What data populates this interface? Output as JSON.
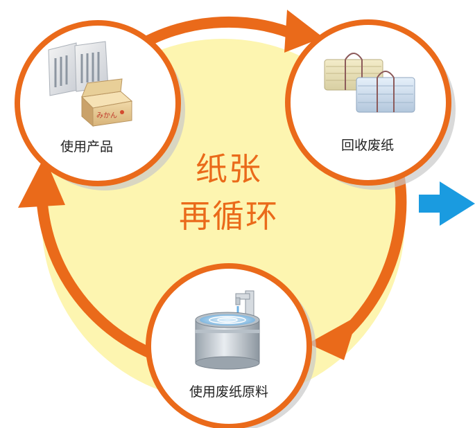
{
  "diagram": {
    "center_title": {
      "line1": "纸张",
      "line2": "再循环"
    },
    "nodes": [
      {
        "label": "使用产品",
        "icon": "newspaper-and-cardboard-box-icon",
        "box_text": "みかん"
      },
      {
        "label": "回收废纸",
        "icon": "tied-paper-bundles-icon"
      },
      {
        "label": "使用废纸原料",
        "icon": "pulp-vat-with-faucet-icon"
      }
    ],
    "next_arrow": {
      "icon": "right-arrow-icon"
    },
    "colors": {
      "accent_orange": "#ea6a1a",
      "circle_fill": "#fdf5b0",
      "node_fill": "#ffffff",
      "next_arrow_blue": "#1a9be0",
      "text": "#222222"
    }
  }
}
